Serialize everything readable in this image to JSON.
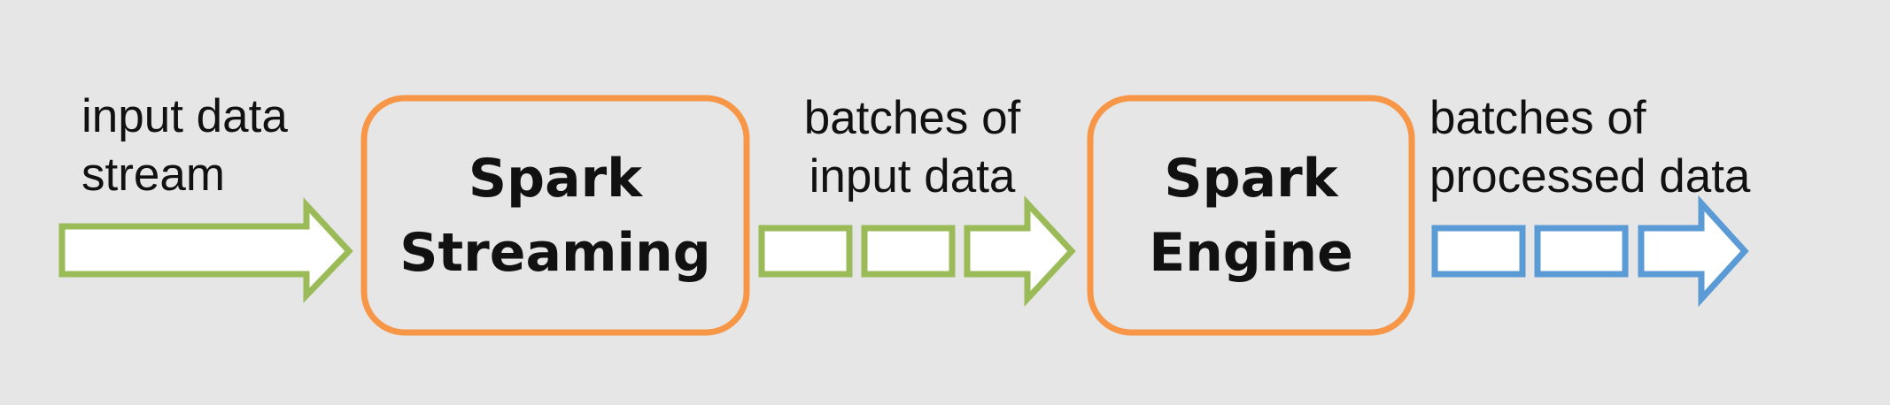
{
  "diagram": {
    "input_label": {
      "line1": "input data",
      "line2": "stream"
    },
    "streaming_box": {
      "line1": "Spark",
      "line2": "Streaming"
    },
    "batches_input_label": {
      "line1": "batches of",
      "line2": "input data"
    },
    "engine_box": {
      "line1": "Spark",
      "line2": "Engine"
    },
    "batches_processed_label": {
      "line1": "batches of",
      "line2": "processed data"
    }
  },
  "colors": {
    "background": "#e6e6e6",
    "input_green": "#9bbb59",
    "box_orange": "#f79646",
    "output_blue": "#5b9bd5"
  }
}
